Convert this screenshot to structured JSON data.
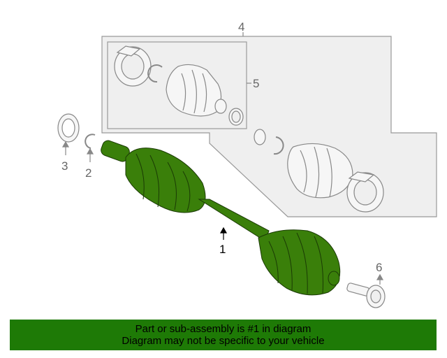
{
  "callouts": {
    "c1": "1",
    "c2": "2",
    "c3": "3",
    "c4": "4",
    "c5": "5",
    "c6": "6"
  },
  "banner": {
    "line1": "Part or sub-assembly is #1 in diagram",
    "line2": "Diagram may not be specific to your vehicle"
  },
  "colors": {
    "highlight": "#1e7a06",
    "part_fill": "#3a7f0a",
    "outline": "#888888"
  }
}
